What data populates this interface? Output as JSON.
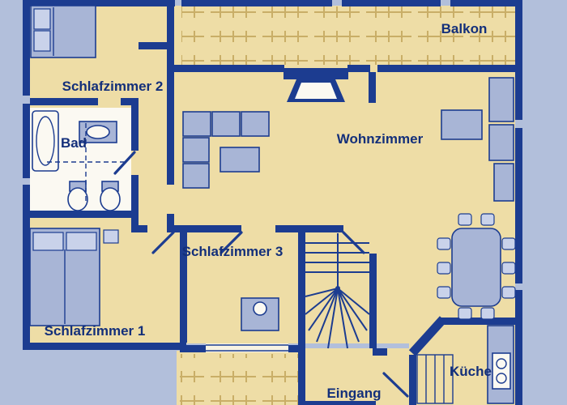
{
  "page": {
    "type": "apartment-floor-plan",
    "language": "de"
  },
  "colors": {
    "background": "#b2bfdb",
    "floor": "#eedda6",
    "wall": "#1c3c90",
    "furniture": "#a8b5d6",
    "bath_floor": "#fbf9f2",
    "hatch": "#c9ae67",
    "label_text": "#132f7a"
  },
  "rooms": {
    "balkon": {
      "label": "Balkon"
    },
    "schlafzimmer2": {
      "label": "Schlafzimmer 2"
    },
    "bad": {
      "label": "Bad"
    },
    "wohnzimmer": {
      "label": "Wohnzimmer"
    },
    "schlafzimmer3": {
      "label": "Schlafzimmer 3"
    },
    "schlafzimmer1": {
      "label": "Schlafzimmer 1"
    },
    "eingang": {
      "label": "Eingang"
    },
    "kueche": {
      "label": "Küche"
    }
  }
}
